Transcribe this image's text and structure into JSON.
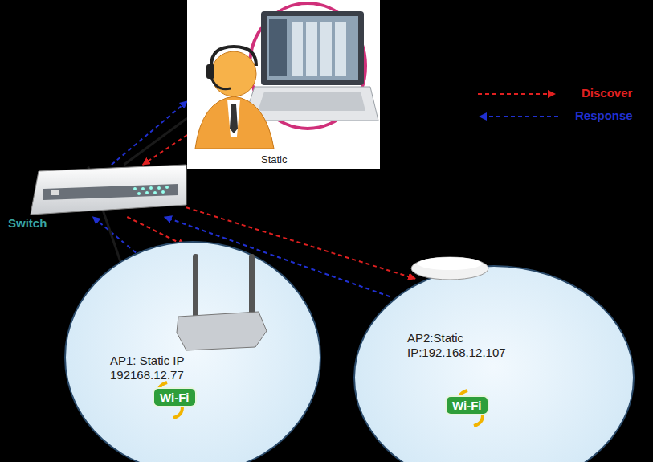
{
  "diagram": {
    "nodes": [
      {
        "text": [
          "Static"
        ]
      },
      {
        "text": [
          "Switch"
        ]
      },
      {
        "text": [
          "AP1: Static IP 192168.12.77",
          "Wi-Fi"
        ]
      },
      {
        "text": [
          "AP2:Static IP:192.168.12.107",
          "Wi-Fi"
        ]
      }
    ],
    "edges": [
      {
        "from": 0,
        "to": 1,
        "arrow": "to"
      },
      {
        "from": 1,
        "to": 0,
        "arrow": "to"
      },
      {
        "from": 1,
        "to": 2,
        "arrow": "to"
      },
      {
        "from": 2,
        "to": 1,
        "arrow": "to"
      },
      {
        "from": 1,
        "to": 3,
        "arrow": "to"
      },
      {
        "from": 3,
        "to": 1,
        "arrow": "to"
      },
      {
        "from": 0,
        "to": 1,
        "arrow": "none"
      },
      {
        "from": 1,
        "to": 2,
        "arrow": "none"
      }
    ],
    "legend": [
      {
        "text": "Discover"
      },
      {
        "text": "Response"
      }
    ]
  }
}
